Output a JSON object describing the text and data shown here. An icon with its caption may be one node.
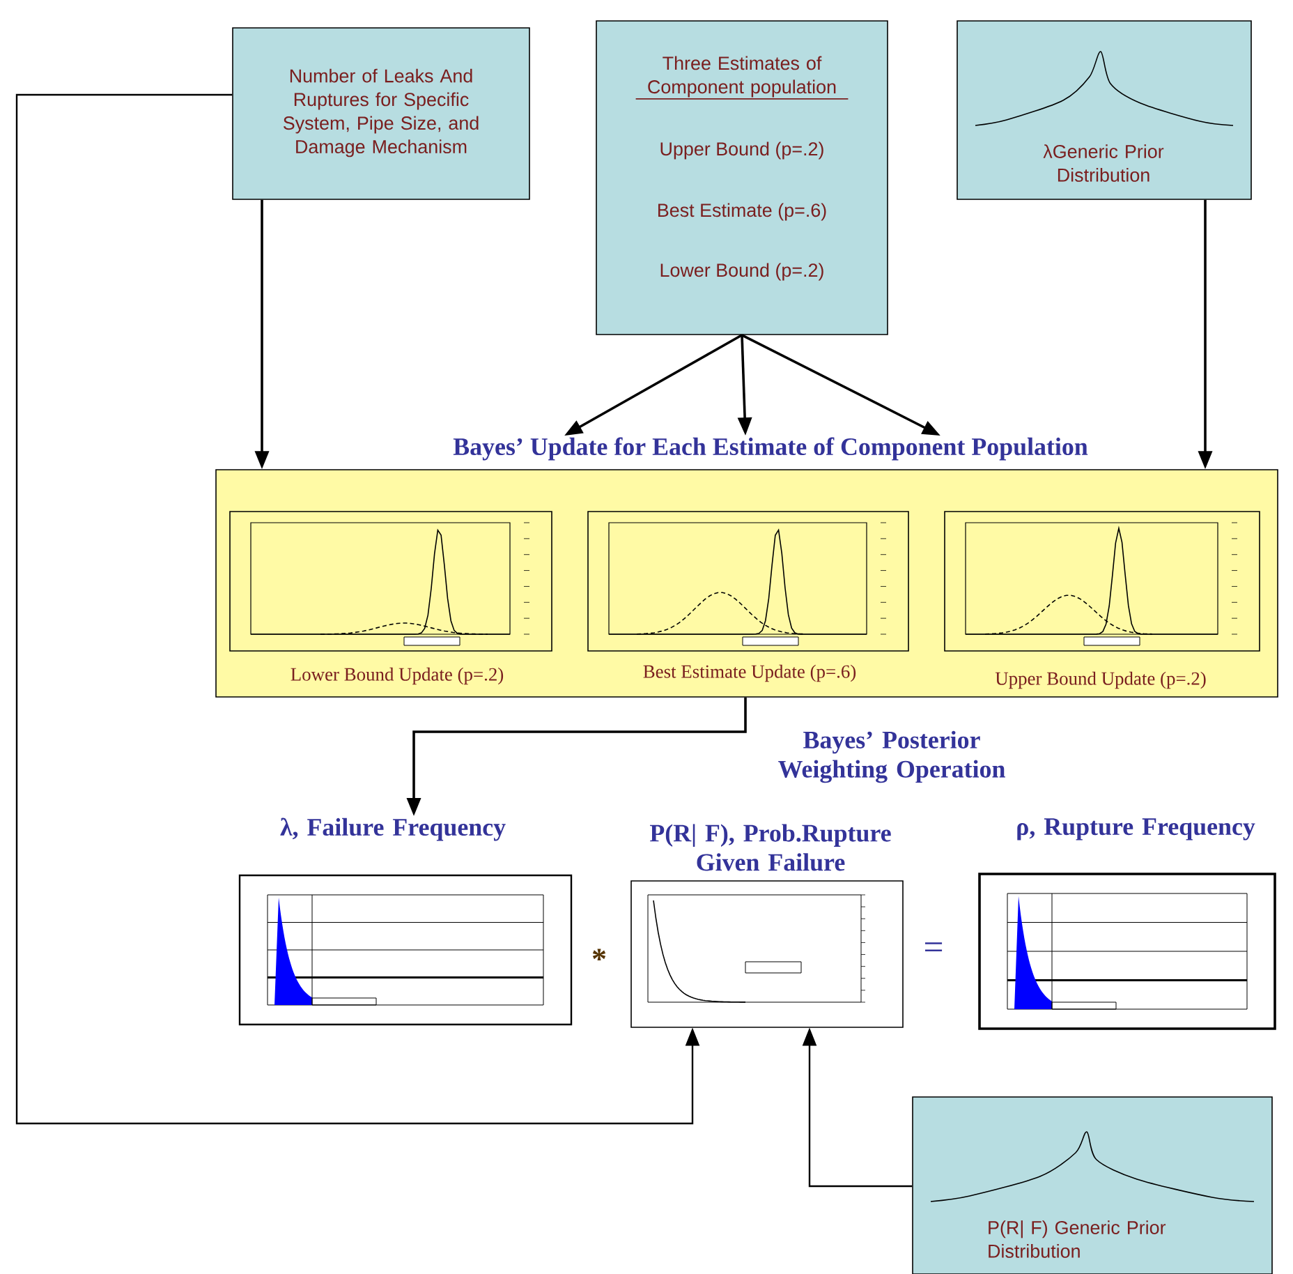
{
  "diagram": {
    "nodes": [
      {
        "text": [
          "Number of Leaks And Ruptures for Specific System, Pipe Size, and Damage Mechanism"
        ]
      },
      {
        "text": [
          "Three Estimates of Component population",
          "Upper Bound (p=.2)",
          "Best Estimate (p=.6)",
          "Lower Bound (p=.2)"
        ]
      },
      {
        "text": [
          "λGeneric Prior Distribution"
        ]
      },
      {
        "text": [
          "Bayes’ Update for Each Estimate of Component Population"
        ]
      },
      {
        "text": [
          "Lower Bound Update (p=.2)"
        ],
        "in": 3
      },
      {
        "text": [
          "Best Estimate Update (p=.6)"
        ],
        "in": 3
      },
      {
        "text": [
          "Upper Bound Update (p=.2)"
        ],
        "in": 3
      },
      {
        "text": [
          "λ, Failure Frequency"
        ]
      },
      {
        "text": [
          "P(R| F), Prob.Rupture Given Failure"
        ]
      },
      {
        "text": [
          "ρ, Rupture Frequency"
        ]
      },
      {
        "text": [
          "P(R| F) Generic Prior Distribution"
        ]
      }
    ],
    "edges": [
      {
        "from": 0,
        "to": 3,
        "arrow": "to"
      },
      {
        "from": 1,
        "to": 3,
        "arrow": "to"
      },
      {
        "from": 1,
        "to": 3,
        "arrow": "to"
      },
      {
        "from": 1,
        "to": 3,
        "arrow": "to"
      },
      {
        "from": 2,
        "to": 3,
        "arrow": "to"
      },
      {
        "from": 3,
        "to": 7,
        "arrow": "to"
      },
      {
        "from": 0,
        "to": 8,
        "arrow": "to"
      },
      {
        "from": 10,
        "to": 8,
        "arrow": "to"
      }
    ],
    "labels": [
      "Bayes’ Posterior Weighting Operation",
      "*",
      "="
    ]
  }
}
